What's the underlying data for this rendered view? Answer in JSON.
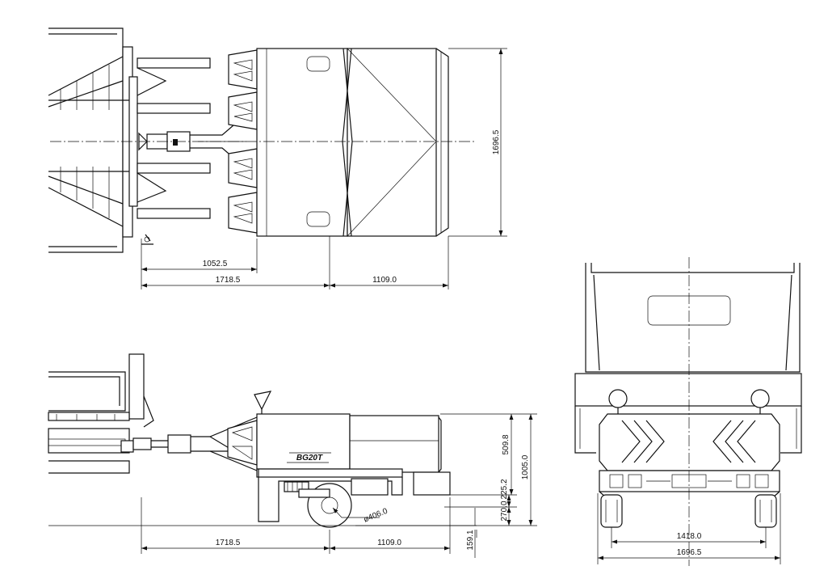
{
  "model_badge": "BG20T",
  "top_view": {
    "width_dim": "1696.5",
    "hitch_dim": "1052.5",
    "length_front_dim": "1718.5",
    "length_rear_dim": "1109.0"
  },
  "side_view": {
    "body_height_dim": "509.8",
    "frame_height_dim": "225.2",
    "axle_height_dim": "270.0",
    "total_height_dim": "1005.0",
    "clearance_dim": "159.1",
    "wheel_diameter_dim": "ø406.0",
    "length_front_dim": "1718.5",
    "length_rear_dim": "1109.0"
  },
  "rear_view": {
    "track_dim": "1418.0",
    "width_dim": "1696.5"
  }
}
